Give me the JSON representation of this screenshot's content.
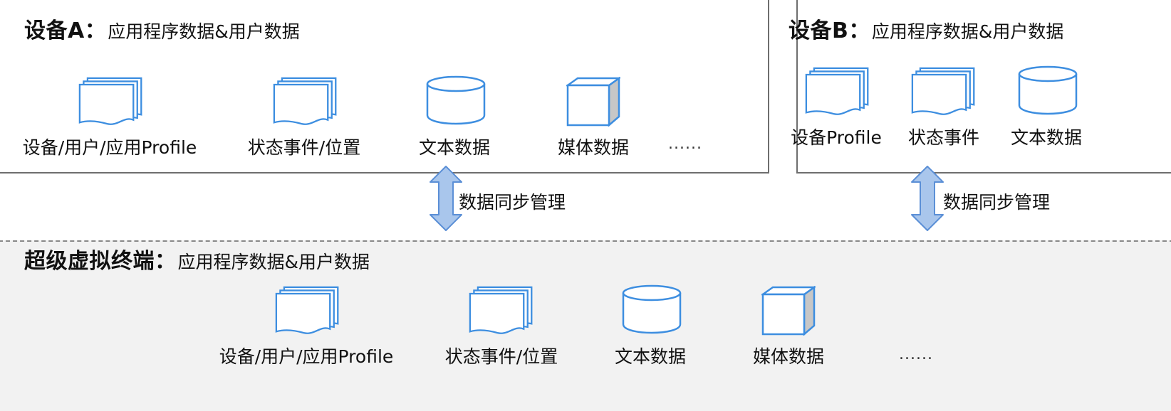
{
  "device_a": {
    "title_bold": "设备A：",
    "title_sub": "应用程序数据&用户数据",
    "items": [
      {
        "label": "设备/用户/应用Profile",
        "icon": "stacked-documents-icon"
      },
      {
        "label": "状态事件/位置",
        "icon": "stacked-documents-icon"
      },
      {
        "label": "文本数据",
        "icon": "database-cylinder-icon"
      },
      {
        "label": "媒体数据",
        "icon": "cube-icon"
      }
    ],
    "ellipsis": "......"
  },
  "device_b": {
    "title_bold": "设备B：",
    "title_sub": "应用程序数据&用户数据",
    "items": [
      {
        "label": "设备Profile",
        "icon": "stacked-documents-icon"
      },
      {
        "label": "状态事件",
        "icon": "stacked-documents-icon"
      },
      {
        "label": "文本数据",
        "icon": "database-cylinder-icon"
      }
    ]
  },
  "sync": {
    "label_a": "数据同步管理",
    "label_b": "数据同步管理",
    "arrow_color": "#a9c6ec",
    "arrow_stroke": "#5b8fd6"
  },
  "super_terminal": {
    "title_bold": "超级虚拟终端：",
    "title_sub": "应用程序数据&用户数据",
    "items": [
      {
        "label": "设备/用户/应用Profile",
        "icon": "stacked-documents-icon"
      },
      {
        "label": "状态事件/位置",
        "icon": "stacked-documents-icon"
      },
      {
        "label": "文本数据",
        "icon": "database-cylinder-icon"
      },
      {
        "label": "媒体数据",
        "icon": "cube-icon"
      }
    ],
    "ellipsis": "......"
  },
  "colors": {
    "icon_stroke": "#3d8ee0",
    "panel_border": "#6e6e6e",
    "super_bg": "#f2f2f2"
  }
}
